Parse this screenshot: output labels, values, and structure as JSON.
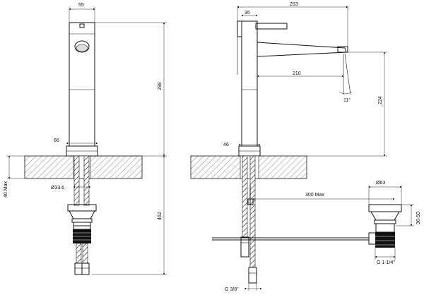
{
  "dimensions": {
    "front_width": "55",
    "front_height": "298",
    "front_base": "66",
    "front_hole": "Ø33.6",
    "front_counter": "40 Max",
    "front_total": "462",
    "side_total_width": "253",
    "side_body": "35",
    "side_reach": "210",
    "side_angle": "11°",
    "side_height": "224",
    "side_base": "46",
    "side_rod": "300 Max",
    "waste_diameter": "Ø63",
    "waste_height": "36-50",
    "waste_thread": "G 1-1/4\"",
    "supply_thread": "G 3/8\""
  }
}
